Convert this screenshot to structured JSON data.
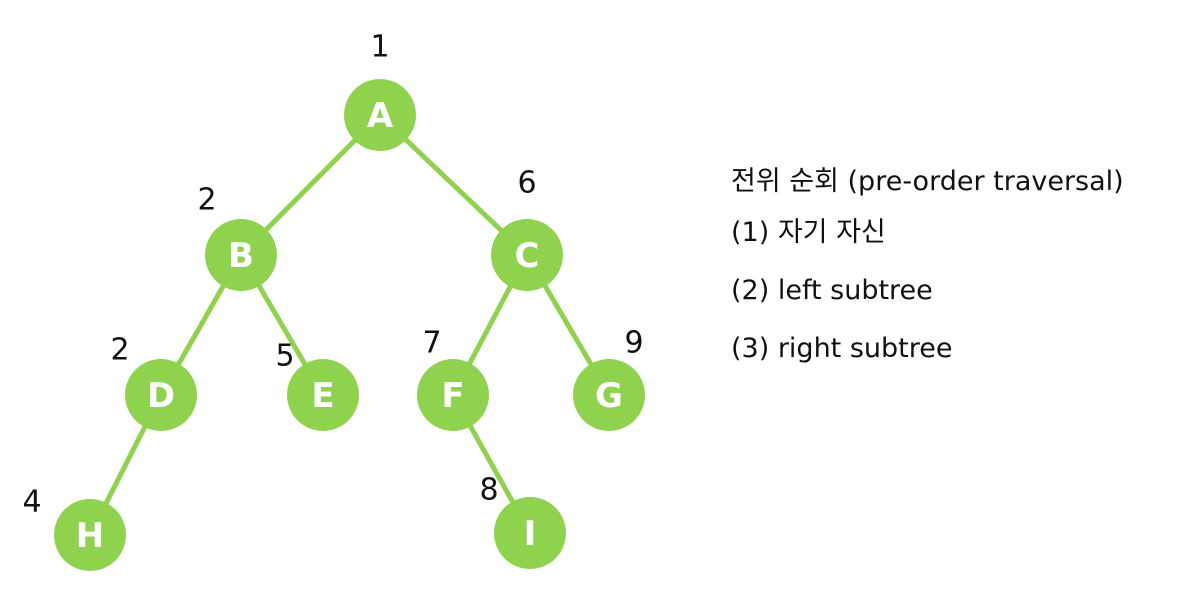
{
  "diagram": {
    "nodes": [
      {
        "id": "A",
        "label": "A",
        "order": "1"
      },
      {
        "id": "B",
        "label": "B",
        "order": "2"
      },
      {
        "id": "C",
        "label": "C",
        "order": "6"
      },
      {
        "id": "D",
        "label": "D",
        "order": "2"
      },
      {
        "id": "E",
        "label": "E",
        "order": "5"
      },
      {
        "id": "F",
        "label": "F",
        "order": "7"
      },
      {
        "id": "G",
        "label": "G",
        "order": "9"
      },
      {
        "id": "H",
        "label": "H",
        "order": "4"
      },
      {
        "id": "I",
        "label": "I",
        "order": "8"
      }
    ],
    "edges": [
      [
        "A",
        "B"
      ],
      [
        "A",
        "C"
      ],
      [
        "B",
        "D"
      ],
      [
        "B",
        "E"
      ],
      [
        "C",
        "F"
      ],
      [
        "C",
        "G"
      ],
      [
        "D",
        "H"
      ],
      [
        "F",
        "I"
      ]
    ],
    "colors": {
      "node": "#8fd24e",
      "edge": "#8fd24e",
      "node_text": "#ffffff"
    }
  },
  "legend": {
    "title": "전위 순회 (pre-order traversal)",
    "items": [
      "(1) 자기 자신",
      "(2) left subtree",
      "(3) right subtree"
    ]
  }
}
